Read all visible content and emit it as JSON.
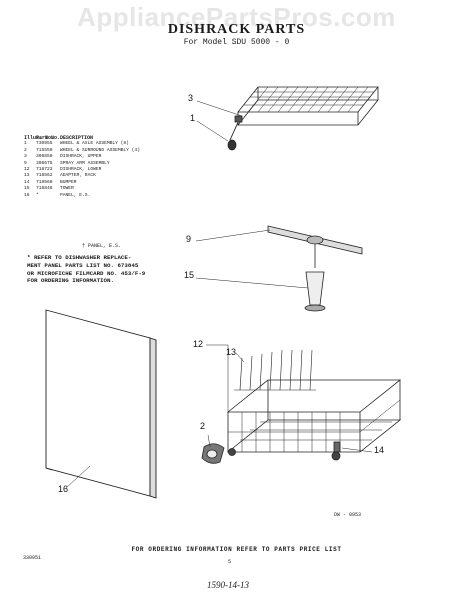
{
  "watermark": "AppliancePartsPros.com",
  "title": "DISHRACK PARTS",
  "subtitle": "For Model SDU 5000 - 0",
  "parts_table": {
    "header": [
      "Illus. No.",
      "Part No.",
      "DESCRIPTION"
    ],
    "rows": [
      [
        "1",
        "730955",
        "WHEEL & AXLE ASSEMBLY (8)"
      ],
      [
        "2",
        "715559",
        "WHEEL & SURROUND ASSEMBLY (4)"
      ],
      [
        "3",
        "306859",
        "DISHRACK, UPPER"
      ],
      [
        "9",
        "308675",
        "SPRAY ARM ASSEMBLY"
      ],
      [
        "12",
        "718723",
        "DISHRACK, LOWER"
      ],
      [
        "13",
        "718562",
        "ADAPTER, RACK"
      ],
      [
        "14",
        "719560",
        "BUMPER"
      ],
      [
        "15",
        "716848",
        "TOWER"
      ],
      [
        "16",
        "*",
        "PANEL, E.S."
      ]
    ]
  },
  "panel_note": "† PANEL, E.S.",
  "reference_note": [
    "* REFER TO DISHWASHER REPLACE-",
    "MENT PANEL PARTS LIST NO. 673845",
    "OR MICROFICHE FILMCARD NO. 453/F-9",
    "FOR ORDERING INFORMATION."
  ],
  "callouts": [
    "3",
    "1",
    "9",
    "15",
    "12",
    "13",
    "2",
    "14",
    "16"
  ],
  "diagram_part_no": "DW - 0953",
  "footer": "FOR ORDERING INFORMATION REFER TO PARTS PRICE LIST",
  "doc_no": "330951",
  "page_no": "5",
  "stamp": "1590-14-13"
}
